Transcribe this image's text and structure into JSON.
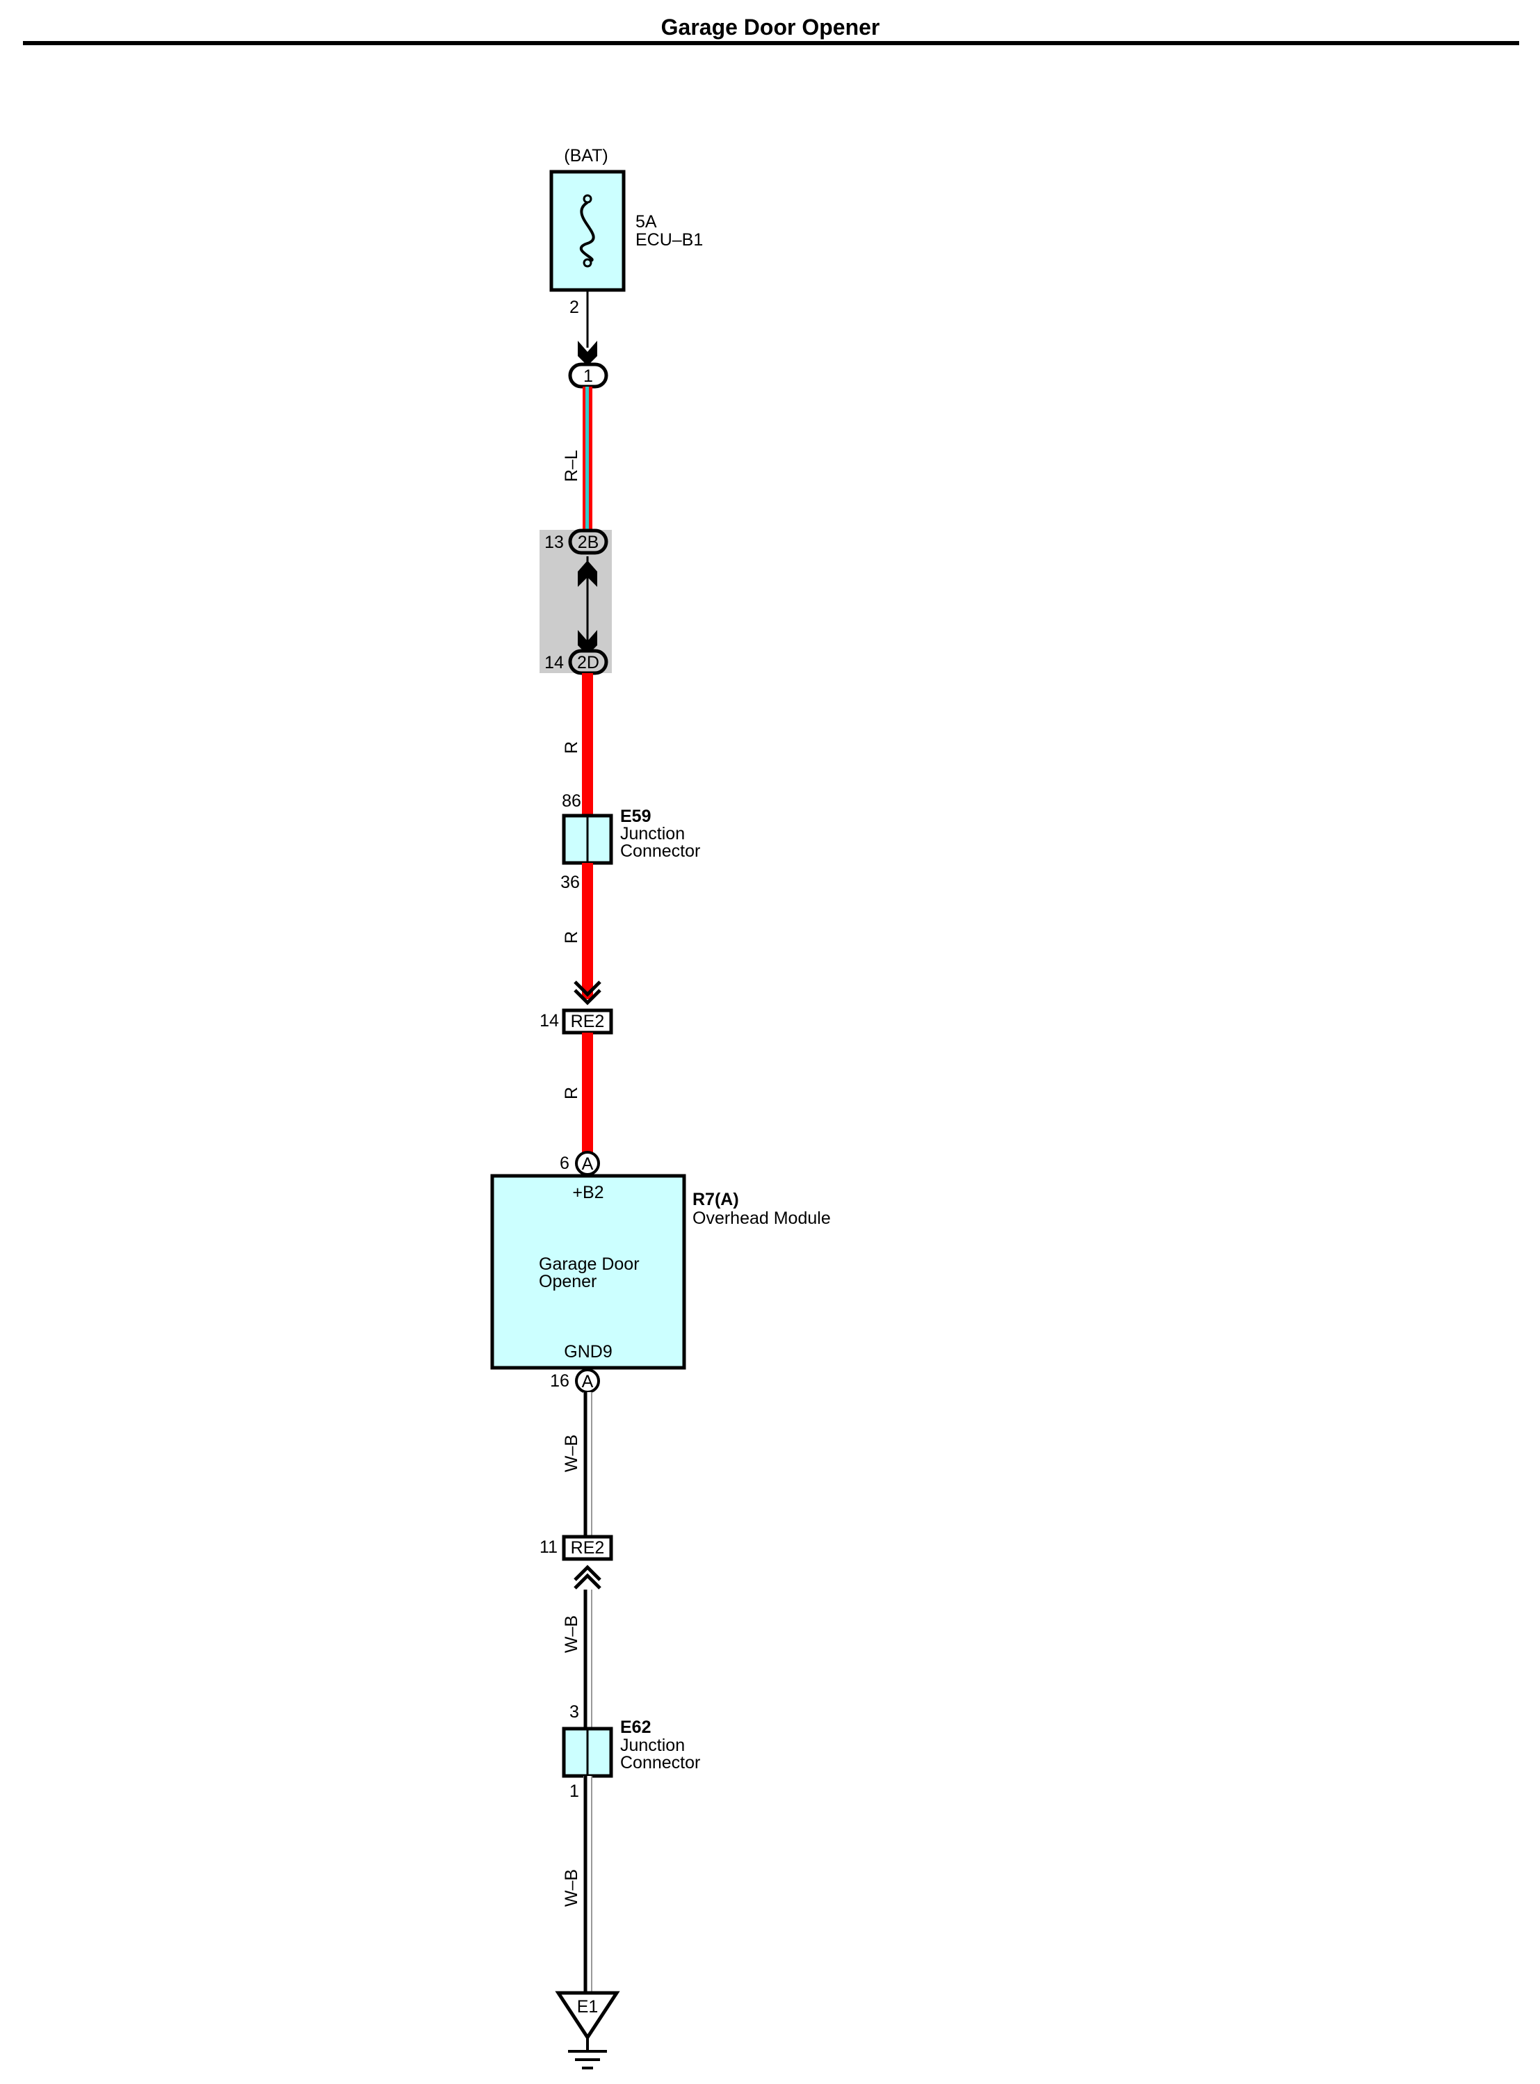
{
  "title": "Garage Door Opener",
  "colors": {
    "component_fill": "#ccffff",
    "wire_red": "#ff0000",
    "wire_blue_stripe": "#33cccc",
    "junction_block": "#cccccc",
    "ink": "#000000"
  },
  "fuse": {
    "source": "(BAT)",
    "rating": "5A",
    "name": "ECU–B1",
    "pin": "2"
  },
  "connector_1": {
    "label": "1"
  },
  "wires": {
    "w1": "R–L",
    "w2": "R",
    "w3": "R",
    "w4": "R",
    "w5": "W–B",
    "w6": "W–B",
    "w7": "W–B"
  },
  "junction_block": {
    "top": {
      "pin": "13",
      "label": "2B"
    },
    "bottom": {
      "pin": "14",
      "label": "2D"
    }
  },
  "e59": {
    "id": "E59",
    "line1": "Junction",
    "line2": "Connector",
    "pin_top": "86",
    "pin_bottom": "36"
  },
  "re2_top": {
    "pin": "14",
    "label": "RE2"
  },
  "module": {
    "pin_top": "6",
    "pin_top_letter": "A",
    "top_terminal": "+B2",
    "id": "R7(A)",
    "name": "Overhead Module",
    "inner_line1": "Garage Door",
    "inner_line2": "Opener",
    "bottom_terminal": "GND9",
    "pin_bottom": "16",
    "pin_bottom_letter": "A"
  },
  "re2_bottom": {
    "pin": "11",
    "label": "RE2"
  },
  "e62": {
    "id": "E62",
    "line1": "Junction",
    "line2": "Connector",
    "pin_top": "3",
    "pin_bottom": "1"
  },
  "ground": {
    "label": "E1"
  }
}
